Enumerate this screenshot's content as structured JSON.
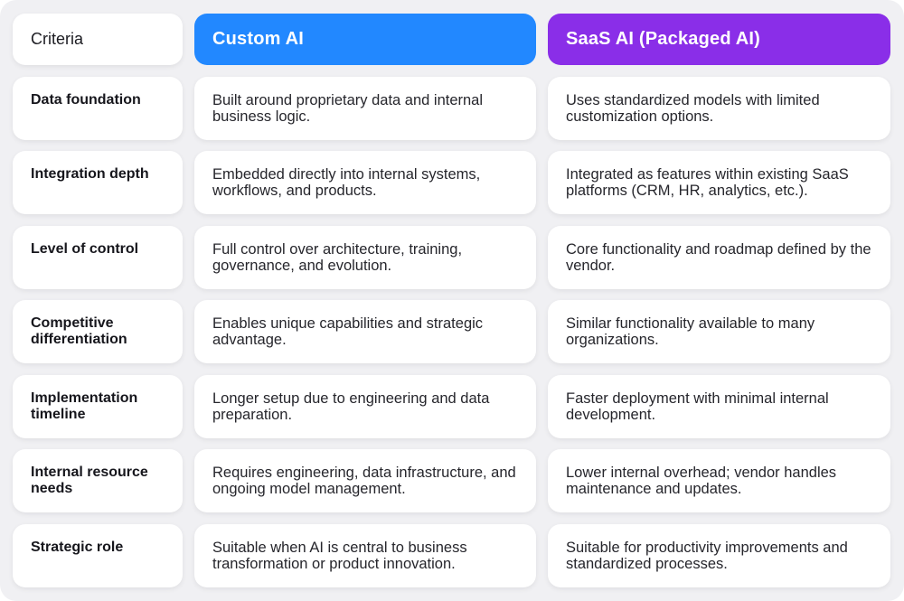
{
  "header": {
    "criteria": "Criteria",
    "custom": "Custom AI",
    "saas": "SaaS AI (Packaged AI)"
  },
  "colors": {
    "custom_accent": "#2288ff",
    "saas_accent": "#8a2ee8",
    "background": "#f0f0f3",
    "card": "#ffffff"
  },
  "rows": [
    {
      "criteria": "Data foundation",
      "custom": "Built around proprietary data and internal business logic.",
      "saas": "Uses standardized models with limited customization options."
    },
    {
      "criteria": "Integration depth",
      "custom": "Embedded directly into internal systems, workflows, and products.",
      "saas": "Integrated as features within existing SaaS platforms (CRM, HR, analytics, etc.)."
    },
    {
      "criteria": "Level of control",
      "custom": "Full control over architecture, training, governance, and evolution.",
      "saas": "Core functionality and roadmap defined by the vendor."
    },
    {
      "criteria": "Competitive differentiation",
      "custom": "Enables unique capabilities and strategic advantage.",
      "saas": "Similar functionality available to many organizations."
    },
    {
      "criteria": "Implementation timeline",
      "custom": "Longer setup due to engineering and data preparation.",
      "saas": "Faster deployment with minimal internal development."
    },
    {
      "criteria": "Internal resource needs",
      "custom": "Requires engineering, data infrastructure, and ongoing model management.",
      "saas": "Lower internal overhead; vendor handles maintenance and updates."
    },
    {
      "criteria": "Strategic role",
      "custom": "Suitable when AI is central to business transformation or product innovation.",
      "saas": "Suitable for productivity improvements and standardized processes."
    }
  ]
}
